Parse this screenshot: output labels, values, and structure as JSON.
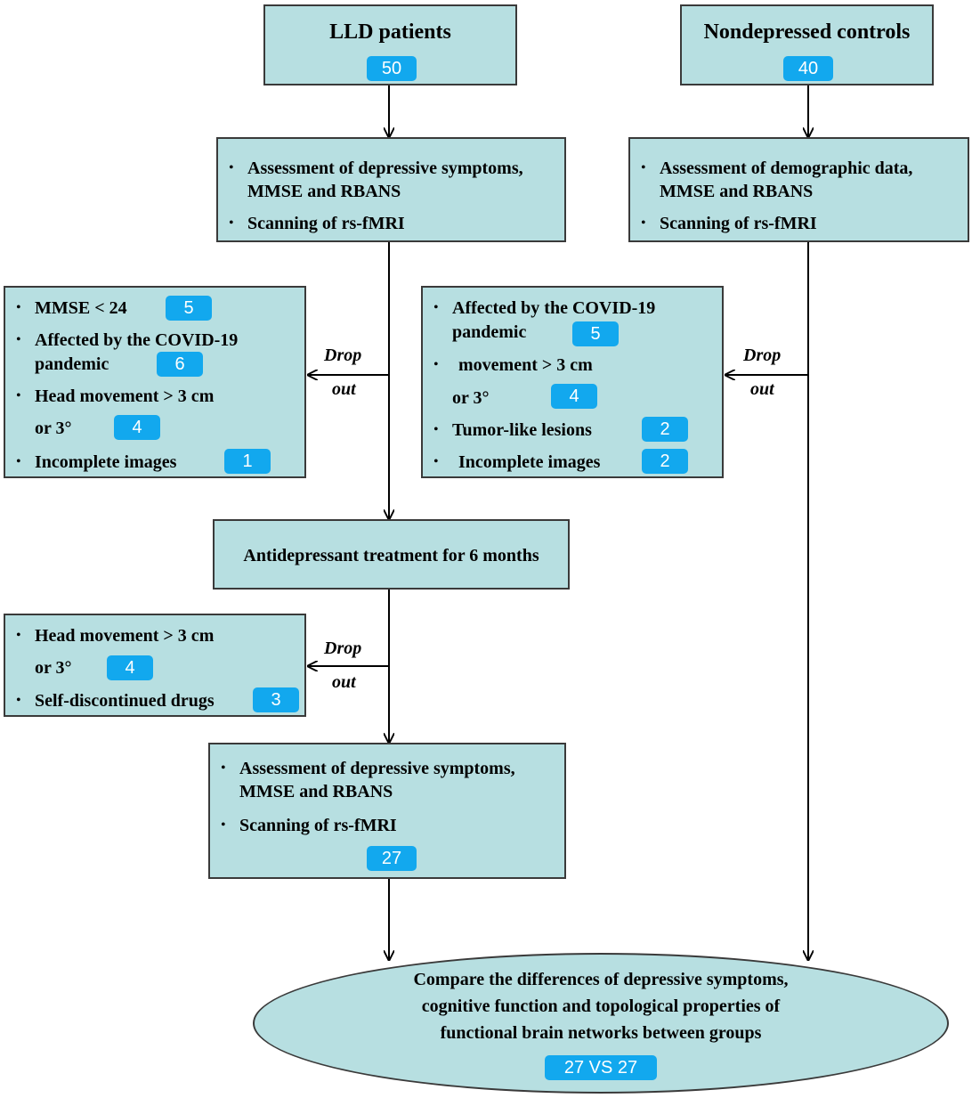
{
  "lld": {
    "title": "LLD patients",
    "count": "50"
  },
  "controls": {
    "title": "Nondepressed controls",
    "count": "40"
  },
  "lld_assess": {
    "line1a": "Assessment of depressive symptoms,",
    "line1b": "MMSE and RBANS",
    "line2": "Scanning of rs-fMRI"
  },
  "ctrl_assess": {
    "line1a": "Assessment of demographic data,",
    "line1b": "MMSE and RBANS",
    "line2": "Scanning of rs-fMRI"
  },
  "lld_drop": {
    "mmse": "MMSE < 24",
    "mmse_n": "5",
    "covid_a": "Affected by the COVID-19",
    "covid_b": "pandemic",
    "covid_n": "6",
    "head_a": "Head movement > 3 cm",
    "head_b": "or 3°",
    "head_n": "4",
    "incomplete": "Incomplete images",
    "incomplete_n": "1"
  },
  "ctrl_drop": {
    "covid_a": "Affected by the COVID-19",
    "covid_b": "pandemic",
    "covid_n": "5",
    "move_a": "movement > 3 cm",
    "move_b": "or 3°",
    "move_n": "4",
    "tumor": "Tumor-like lesions",
    "tumor_n": "2",
    "incomplete": "Incomplete images",
    "incomplete_n": "2"
  },
  "treatment": {
    "label": "Antidepressant treatment for 6 months"
  },
  "treat_drop": {
    "head_a": "Head movement > 3 cm",
    "head_b": "or 3°",
    "head_n": "4",
    "self": "Self-discontinued drugs",
    "self_n": "3"
  },
  "followup": {
    "line1a": "Assessment of depressive symptoms,",
    "line1b": "MMSE and RBANS",
    "line2": "Scanning of rs-fMRI",
    "count": "27"
  },
  "compare": {
    "line1": "Compare the differences of depressive symptoms,",
    "line2": "cognitive function and topological properties of",
    "line3": "functional brain networks between groups",
    "count": "27 VS 27"
  },
  "dropout": {
    "drop": "Drop",
    "out": "out"
  },
  "colors": {
    "box_fill": "#b7dfe1",
    "badge": "#12a8ee",
    "border": "#3a3a3a"
  }
}
